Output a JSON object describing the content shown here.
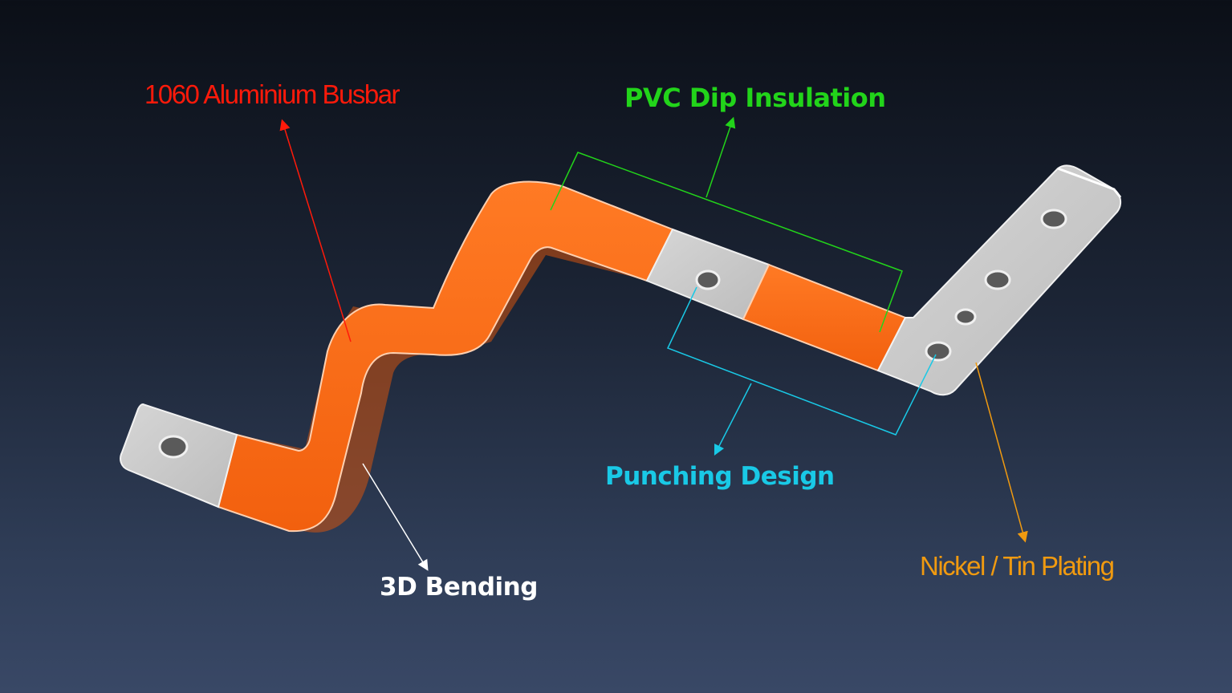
{
  "labels": {
    "busbar": "1060 Aluminium Busbar",
    "pvc": "PVC Dip Insulation",
    "punching": "Punching Design",
    "bending": "3D Bending",
    "plating": "Nickel / Tin Plating"
  },
  "colors": {
    "busbar": "#ff1a0a",
    "pvc": "#22d41a",
    "punching": "#19c9e6",
    "bending": "#ffffff",
    "plating": "#f09a10",
    "insulation": "#fa6717",
    "metal": "#c9c9c9"
  }
}
